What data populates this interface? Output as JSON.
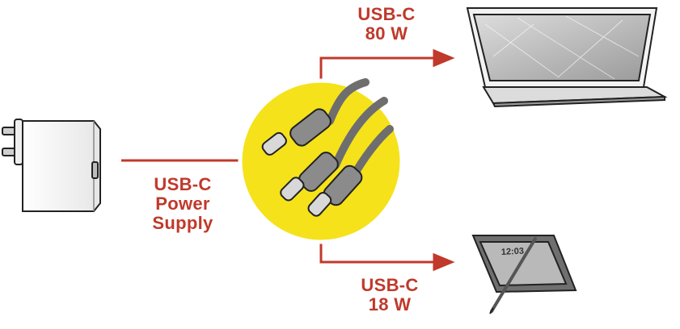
{
  "diagram": {
    "labels": {
      "input": [
        "USB-C",
        "Power",
        "Supply"
      ],
      "output_laptop": [
        "USB-C",
        "80 W"
      ],
      "output_phone": [
        "USB-C",
        "18 W"
      ]
    },
    "nodes": {
      "charger": {
        "icon": "wall-charger-icon"
      },
      "cable": {
        "icon": "usb-c-y-cable-icon"
      },
      "laptop": {
        "icon": "laptop-icon"
      },
      "phone": {
        "icon": "smartphone-with-stylus-icon"
      }
    },
    "colors": {
      "arrow": "#c0392b",
      "label": "#c0392b",
      "cable_highlight": "#f5e21a",
      "outline": "#222222"
    }
  }
}
